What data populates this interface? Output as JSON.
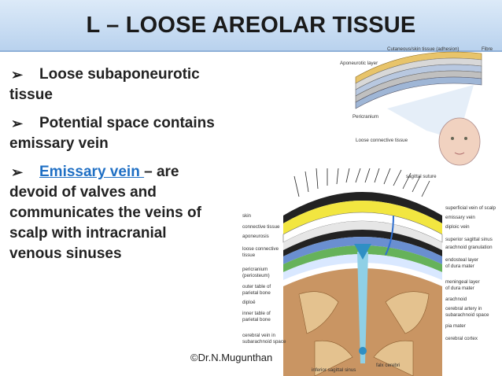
{
  "slide": {
    "title": "L – LOOSE AREOLAR TISSUE",
    "bullets": [
      {
        "lead": "Loose subaponeurotic",
        "rest": "tissue"
      },
      {
        "lead": "Potential space contains",
        "rest": "emissary vein"
      },
      {
        "link": "Emissary vein ",
        "after": "– are",
        "rest1": "devoid of valves and",
        "rest2": "communicates the veins of",
        "rest3": "scalp with intracranial",
        "rest4": "venous sinuses"
      }
    ],
    "credit": "©Dr.N.Mugunthan"
  },
  "figure_labels": {
    "top": {
      "l1": "Cutaneous/skin tissue (adhesion)",
      "l2": "Fibre",
      "l3": "Aponeurotic layer",
      "l4": "Pericranium",
      "l5": "Loose connective tissue"
    },
    "left": [
      "skin",
      "connective tissue",
      "aponeurosis",
      "loose connective",
      "tissue",
      "pericranium",
      "(periosteum)",
      "outer table of",
      "parietal bone",
      "diploë",
      "inner table of",
      "parietal bone",
      "cerebral vein in",
      "subarachnoid space"
    ],
    "right": [
      "superficial vein of scalp",
      "emissary vein",
      "diploic vein",
      "superior sagittal sinus",
      "arachnoid granulation",
      "endosteal layer",
      "of dura mater",
      "meningeal layer",
      "of dura mater",
      "arachnoid",
      "cerebral artery in",
      "subarachnoid space",
      "pia mater",
      "cerebral cortex"
    ],
    "top_label": "sagittal suture",
    "bottom": [
      "inferior sagittal sinus",
      "falx cerebri"
    ]
  }
}
